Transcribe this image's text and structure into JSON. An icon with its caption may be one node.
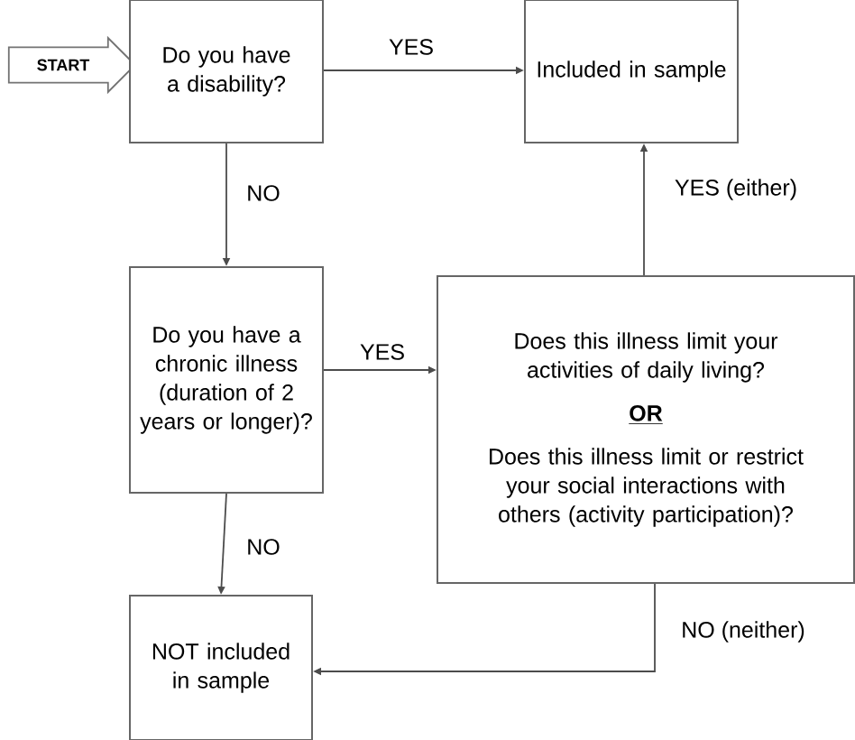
{
  "diagram": {
    "nodes": [
      {
        "text": [
          "START"
        ]
      },
      {
        "text": [
          "Do you have a disability?"
        ]
      },
      {
        "text": [
          "Included in sample"
        ]
      },
      {
        "text": [
          "Do you have a chronic illness (duration of 2 years or longer)?"
        ]
      },
      {
        "text": [
          "Does this illness limit your activities of daily living?",
          "OR",
          "Does this illness limit or restrict your social interactions with others (activity participation)?"
        ]
      },
      {
        "text": [
          "NOT included in sample"
        ]
      }
    ],
    "edges": [
      {
        "from": 1,
        "to": 2,
        "arrow": "to",
        "label": "YES"
      },
      {
        "from": 1,
        "to": 3,
        "arrow": "to",
        "label": "NO"
      },
      {
        "from": 3,
        "to": 4,
        "arrow": "to",
        "label": "YES"
      },
      {
        "from": 4,
        "to": 2,
        "arrow": "to",
        "label": "YES (either)"
      },
      {
        "from": 3,
        "to": 5,
        "arrow": "to",
        "label": "NO"
      },
      {
        "from": 4,
        "to": 5,
        "arrow": "to",
        "label": "NO (neither)"
      }
    ]
  }
}
